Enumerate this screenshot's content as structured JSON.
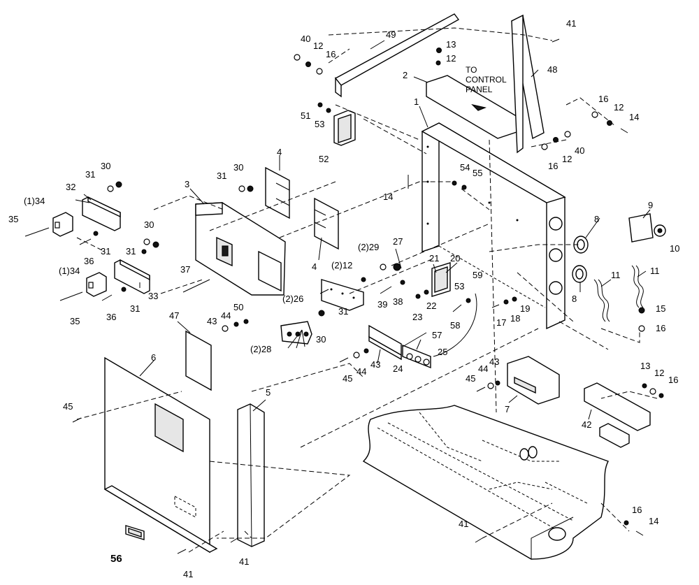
{
  "callouts": {
    "c1": "1",
    "c2": "2",
    "c3": "3",
    "c4a": "4",
    "c4b": "4",
    "c5": "5",
    "c6": "6",
    "c7": "7",
    "c8a": "8",
    "c8b": "8",
    "c9": "9",
    "c10": "10",
    "c11a": "11",
    "c11b": "11",
    "c12a": "12",
    "c12b": "12",
    "c12c": "12",
    "c12d": "12",
    "c12e": "12",
    "c13a": "13",
    "c13b": "13",
    "c14a": "14",
    "c14b": "14",
    "c14c": "14",
    "c15": "15",
    "c16a": "16",
    "c16b": "16",
    "c16c": "16",
    "c16d": "16",
    "c16e": "16",
    "c16f": "16",
    "c17": "17",
    "c18": "18",
    "c19": "19",
    "c20": "20",
    "c21": "21",
    "c22": "22",
    "c23": "23",
    "c24": "24",
    "c25": "25",
    "c26": "(2)26",
    "c27": "27",
    "c28": "(2)28",
    "c29": "(2)29",
    "c2_12": "(2)12",
    "c30a": "30",
    "c30b": "30",
    "c30c": "30",
    "c30d": "30",
    "c31a": "31",
    "c31b": "31",
    "c31c": "31",
    "c31d": "31",
    "c31e": "31",
    "c31f": "31",
    "c32": "32",
    "c33": "33",
    "c34a": "(1)34",
    "c34b": "(1)34",
    "c35a": "35",
    "c35b": "35",
    "c36a": "36",
    "c36b": "36",
    "c37": "37",
    "c38": "38",
    "c39": "39",
    "c40a": "40",
    "c40b": "40",
    "c41a": "41",
    "c41b": "41",
    "c41c": "41",
    "c41d": "41",
    "c42": "42",
    "c43a": "43",
    "c43b": "43",
    "c43c": "43",
    "c44a": "44",
    "c44b": "44",
    "c44c": "44",
    "c45a": "45",
    "c45b": "45",
    "c45c": "45",
    "c47": "47",
    "c48": "48",
    "c49": "49",
    "c50": "50",
    "c51": "51",
    "c52": "52",
    "c53a": "53",
    "c53b": "53",
    "c54": "54",
    "c55": "55",
    "c56": "56",
    "c57": "57",
    "c58": "58",
    "c59": "59"
  },
  "notes": {
    "to_control_panel_1": "TO",
    "to_control_panel_2": "CONTROL",
    "to_control_panel_3": "PANEL"
  }
}
